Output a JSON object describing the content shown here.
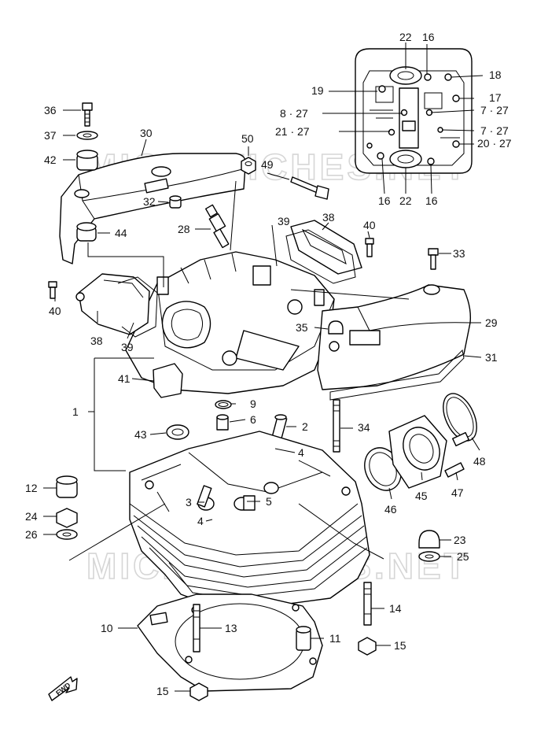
{
  "watermark": "MICROFICHES.NET",
  "fwd_label": "FWD",
  "labels": {
    "p1": "1",
    "p2": "2",
    "p3": "3",
    "p4a": "4",
    "p4b": "4",
    "p5": "5",
    "p6": "6",
    "p9": "9",
    "p10": "10",
    "p11": "11",
    "p12": "12",
    "p13": "13",
    "p14": "14",
    "p15a": "15",
    "p15b": "15",
    "p16a": "16",
    "p16b": "16",
    "p16c": "16",
    "p17": "17",
    "p18": "18",
    "p19": "19",
    "p7_27a": "7 · 27",
    "p7_27b": "7 · 27",
    "p8_27": "8 · 27",
    "p20_27": "20 · 27",
    "p21_27": "21 · 27",
    "p22a": "22",
    "p22b": "22",
    "p23": "23",
    "p24": "24",
    "p25": "25",
    "p26": "26",
    "p28": "28",
    "p29": "29",
    "p30": "30",
    "p31": "31",
    "p32": "32",
    "p33": "33",
    "p34": "34",
    "p35": "35",
    "p36": "36",
    "p37": "37",
    "p38a": "38",
    "p38b": "38",
    "p39a": "39",
    "p39b": "39",
    "p40a": "40",
    "p40b": "40",
    "p41": "41",
    "p42": "42",
    "p43": "43",
    "p44": "44",
    "p45": "45",
    "p46": "46",
    "p47": "47",
    "p48": "48",
    "p49": "49",
    "p50": "50"
  }
}
